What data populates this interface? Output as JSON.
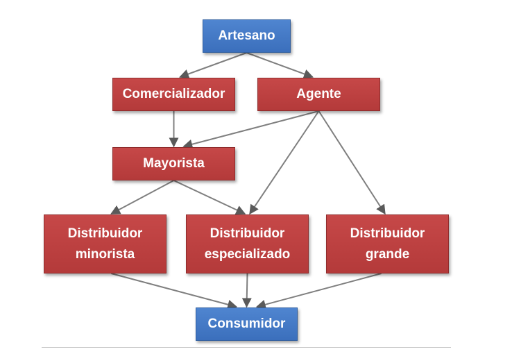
{
  "diagram": {
    "nodes": {
      "artesano": "Artesano",
      "comercializador": "Comercializador",
      "agente": "Agente",
      "mayorista": "Mayorista",
      "distribuidor_minorista": "Distribuidor\nminorista",
      "distribuidor_especializado": "Distribuidor\nespecializado",
      "distribuidor_grande": "Distribuidor\ngrande",
      "consumidor": "Consumidor"
    },
    "edges": [
      {
        "from": "artesano",
        "to": "comercializador"
      },
      {
        "from": "artesano",
        "to": "agente"
      },
      {
        "from": "comercializador",
        "to": "mayorista"
      },
      {
        "from": "agente",
        "to": "mayorista"
      },
      {
        "from": "agente",
        "to": "distribuidor_especializado"
      },
      {
        "from": "agente",
        "to": "distribuidor_grande"
      },
      {
        "from": "mayorista",
        "to": "distribuidor_minorista"
      },
      {
        "from": "mayorista",
        "to": "distribuidor_especializado"
      },
      {
        "from": "distribuidor_minorista",
        "to": "consumidor"
      },
      {
        "from": "distribuidor_especializado",
        "to": "consumidor"
      },
      {
        "from": "distribuidor_grande",
        "to": "consumidor"
      }
    ],
    "colors": {
      "endpoint_fill": "#4a80cb",
      "intermediary_fill": "#bf4040",
      "connector": "#7f7f7f"
    }
  }
}
